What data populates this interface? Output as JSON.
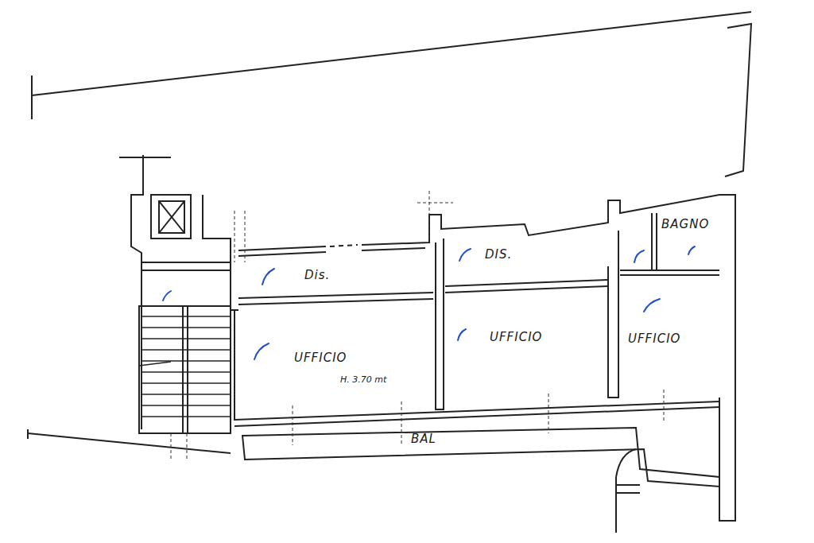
{
  "diagram": {
    "nodes": [
      {
        "text": [
          "Dis."
        ]
      },
      {
        "text": [
          "DIS."
        ]
      },
      {
        "text": [
          "BAGNO"
        ]
      },
      {
        "text": [
          "UFFICIO",
          "H. 3.70 mt"
        ]
      },
      {
        "text": [
          "UFFICIO"
        ]
      },
      {
        "text": [
          "UFFICIO"
        ]
      },
      {
        "text": [
          "BAL"
        ]
      }
    ]
  }
}
